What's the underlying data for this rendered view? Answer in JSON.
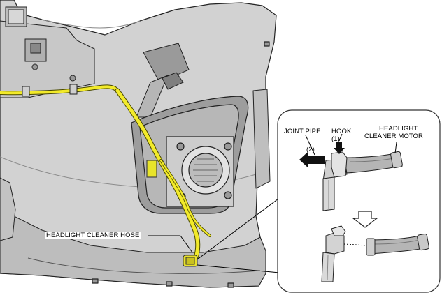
{
  "colors": {
    "bumper_fill": "#cfcfcf",
    "bumper_shade": "#a9a9a9",
    "hose": "#f2ea2a",
    "hose_outline": "#5a5a00",
    "motor_body": "#b3b3b3",
    "arrow": "#111111",
    "inset_border": "#333333"
  },
  "icons": {
    "step2_arrow": "left-arrow-icon",
    "step1_arrow": "down-arrow-icon",
    "result_arrow": "hollow-down-arrow-icon"
  },
  "labels": {
    "hose": "HEADLIGHT CLEANER HOSE",
    "joint_pipe": "JOINT PIPE",
    "hook": "HOOK",
    "motor_line1": "HEADLIGHT",
    "motor_line2": "CLEANER MOTOR",
    "step1": "(1)",
    "step2": "(2)"
  }
}
